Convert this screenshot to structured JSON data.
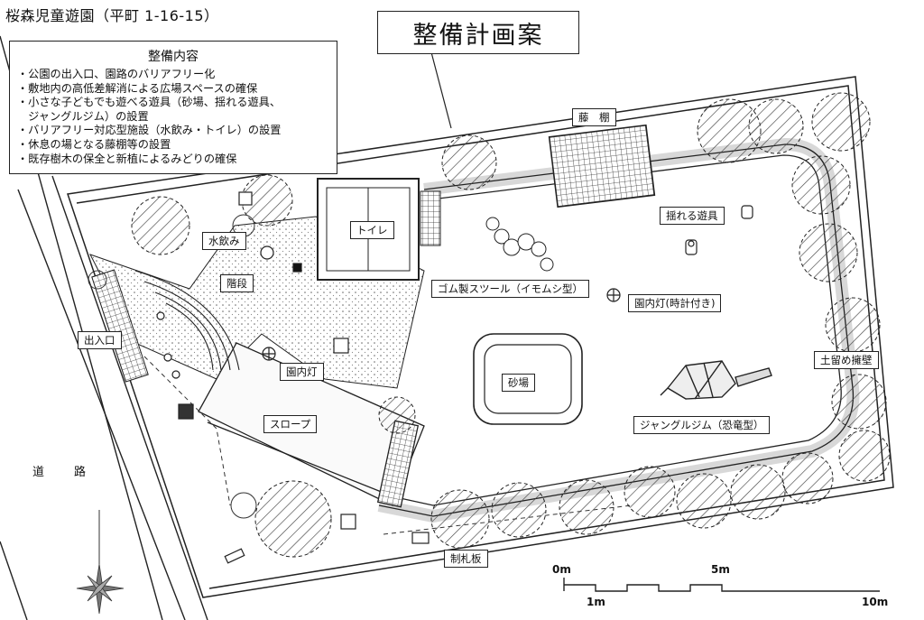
{
  "park_title": "桜森児童遊園（平町 1-16-15）",
  "plan_title": "整備計画案",
  "improvements": {
    "heading": "整備内容",
    "items": [
      "・公園の出入口、園路のバリアフリー化",
      "・敷地内の高低差解消による広場スペースの確保",
      "・小さな子どもでも遊べる遊具（砂場、揺れる遊具、",
      "　ジャングルジム）の設置",
      "・バリアフリー対応型施設（水飲み・トイレ）の設置",
      "・休息の場となる藤棚等の設置",
      "・既存樹木の保全と新植によるみどりの確保"
    ]
  },
  "labels": {
    "wisteria": "藤　棚",
    "toilet": "トイレ",
    "drinking": "水飲み",
    "stairs": "階段",
    "entrance": "出入口",
    "swing_toy": "揺れる遊具",
    "rubber_stool": "ゴム製スツール（イモムシ型）",
    "clock_light": "園内灯(時計付き)",
    "light": "園内灯",
    "sandbox": "砂場",
    "retaining_wall": "土留め擁壁",
    "slope": "スロープ",
    "jungle_gym": "ジャングルジム（恐竜型）",
    "sign_board": "制札板",
    "road": "道　路"
  },
  "scale": {
    "zero": "0m",
    "one": "1m",
    "five": "5m",
    "ten": "10m"
  },
  "colors": {
    "line": "#222222",
    "hatch": "#444444",
    "tile": "#888888"
  }
}
